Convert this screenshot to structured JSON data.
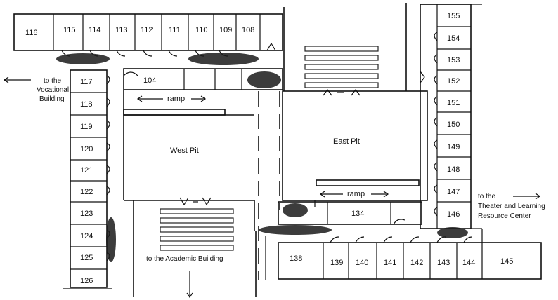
{
  "rooms": {
    "r116": "116",
    "r115": "115",
    "r114": "114",
    "r113": "113",
    "r112": "112",
    "r111": "111",
    "r110": "110",
    "r109": "109",
    "r108": "108",
    "r104": "104",
    "r117": "117",
    "r118": "118",
    "r119": "119",
    "r120": "120",
    "r121": "121",
    "r122": "122",
    "r123": "123",
    "r124": "124",
    "r125": "125",
    "r126": "126",
    "r155": "155",
    "r154": "154",
    "r153": "153",
    "r152": "152",
    "r151": "151",
    "r150": "150",
    "r149": "149",
    "r148": "148",
    "r147": "147",
    "r146": "146",
    "r145": "145",
    "r144": "144",
    "r143": "143",
    "r142": "142",
    "r141": "141",
    "r140": "140",
    "r139": "139",
    "r138": "138",
    "r134": "134"
  },
  "areas": {
    "west_pit": "West Pit",
    "east_pit": "East Pit",
    "ramp_west": "ramp",
    "ramp_east": "ramp"
  },
  "directions": {
    "vocational_line1": "to the",
    "vocational_line2": "Vocational",
    "vocational_line3": "Building",
    "academic": "to the Academic Building",
    "theater_line1": "to the",
    "theater_line2": "Theater and Learning",
    "theater_line3": "Resource Center"
  }
}
